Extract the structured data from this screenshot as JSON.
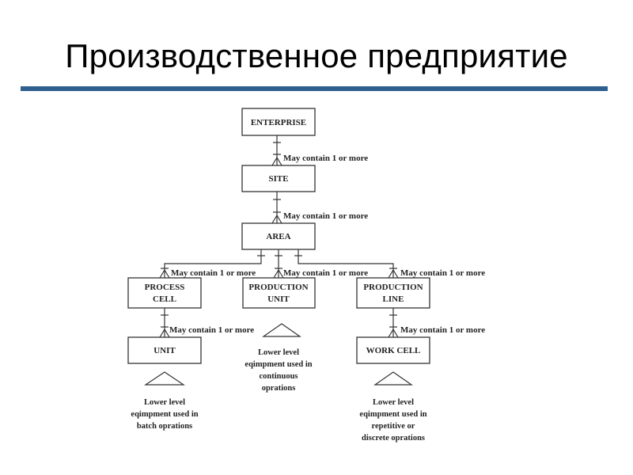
{
  "slide": {
    "title": "Производственное предприятие",
    "accent_color": "#2e5f8e"
  },
  "diagram": {
    "relation_label": "May contain 1 or more",
    "entities": {
      "enterprise": [
        "ENTERPRISE"
      ],
      "site": [
        "SITE"
      ],
      "area": [
        "AREA"
      ],
      "process_cell": [
        "PROCESS",
        "CELL"
      ],
      "production_unit": [
        "PRODUCTION",
        "UNIT"
      ],
      "production_line": [
        "PRODUCTION",
        "LINE"
      ],
      "unit": [
        "UNIT"
      ],
      "work_cell": [
        "WORK CELL"
      ]
    },
    "notes": {
      "batch": [
        "Lower level",
        "eqimpment used in",
        "batch oprations"
      ],
      "continuous": [
        "Lower level",
        "eqimpment used in",
        "continuous",
        "oprations"
      ],
      "discrete": [
        "Lower level",
        "eqimpment used in",
        "repetitive or",
        "discrete oprations"
      ]
    }
  }
}
